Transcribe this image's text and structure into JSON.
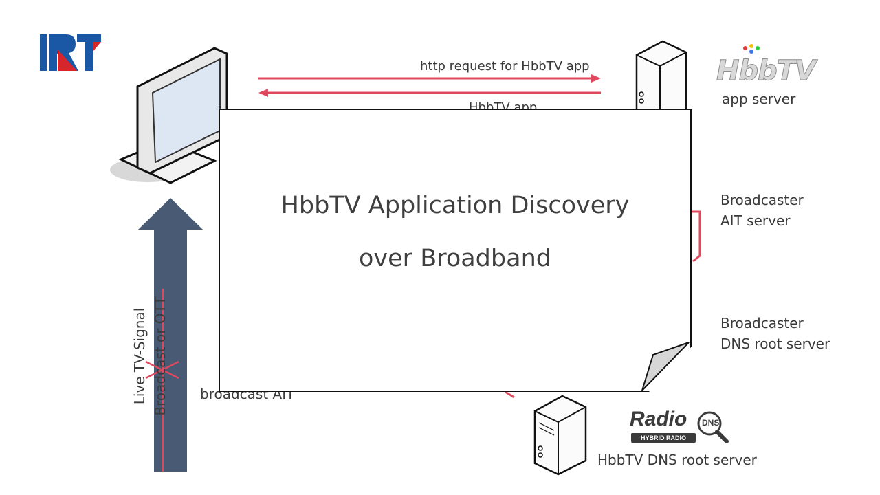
{
  "logos": {
    "org": "IRT",
    "hbbtv": "HbbTV",
    "radiodns_word": "Radio",
    "radiodns_dns": "DNS",
    "radiodns_badge": "HYBRID RADIO"
  },
  "labels": {
    "http_request": "http request for HbbTV app",
    "hbbtv_app_response": "HbbTV app",
    "app_server": "app server",
    "broadcaster_ait": "Broadcaster\nAIT server",
    "broadcaster_dns": "Broadcaster\nDNS root server",
    "hbbtv_dns": "HbbTV DNS root server",
    "broadcast_ait": "broadcast AIT",
    "live_signal": "Live TV-Signal\nBroadcast or OTT"
  },
  "card": {
    "line1": "HbbTV Application Discovery",
    "line2": "over Broadband"
  },
  "colors": {
    "arrow_red": "#e0485e",
    "signal_arrow": "#485a74",
    "irt_blue": "#1a58a6",
    "irt_red": "#d6252b"
  }
}
